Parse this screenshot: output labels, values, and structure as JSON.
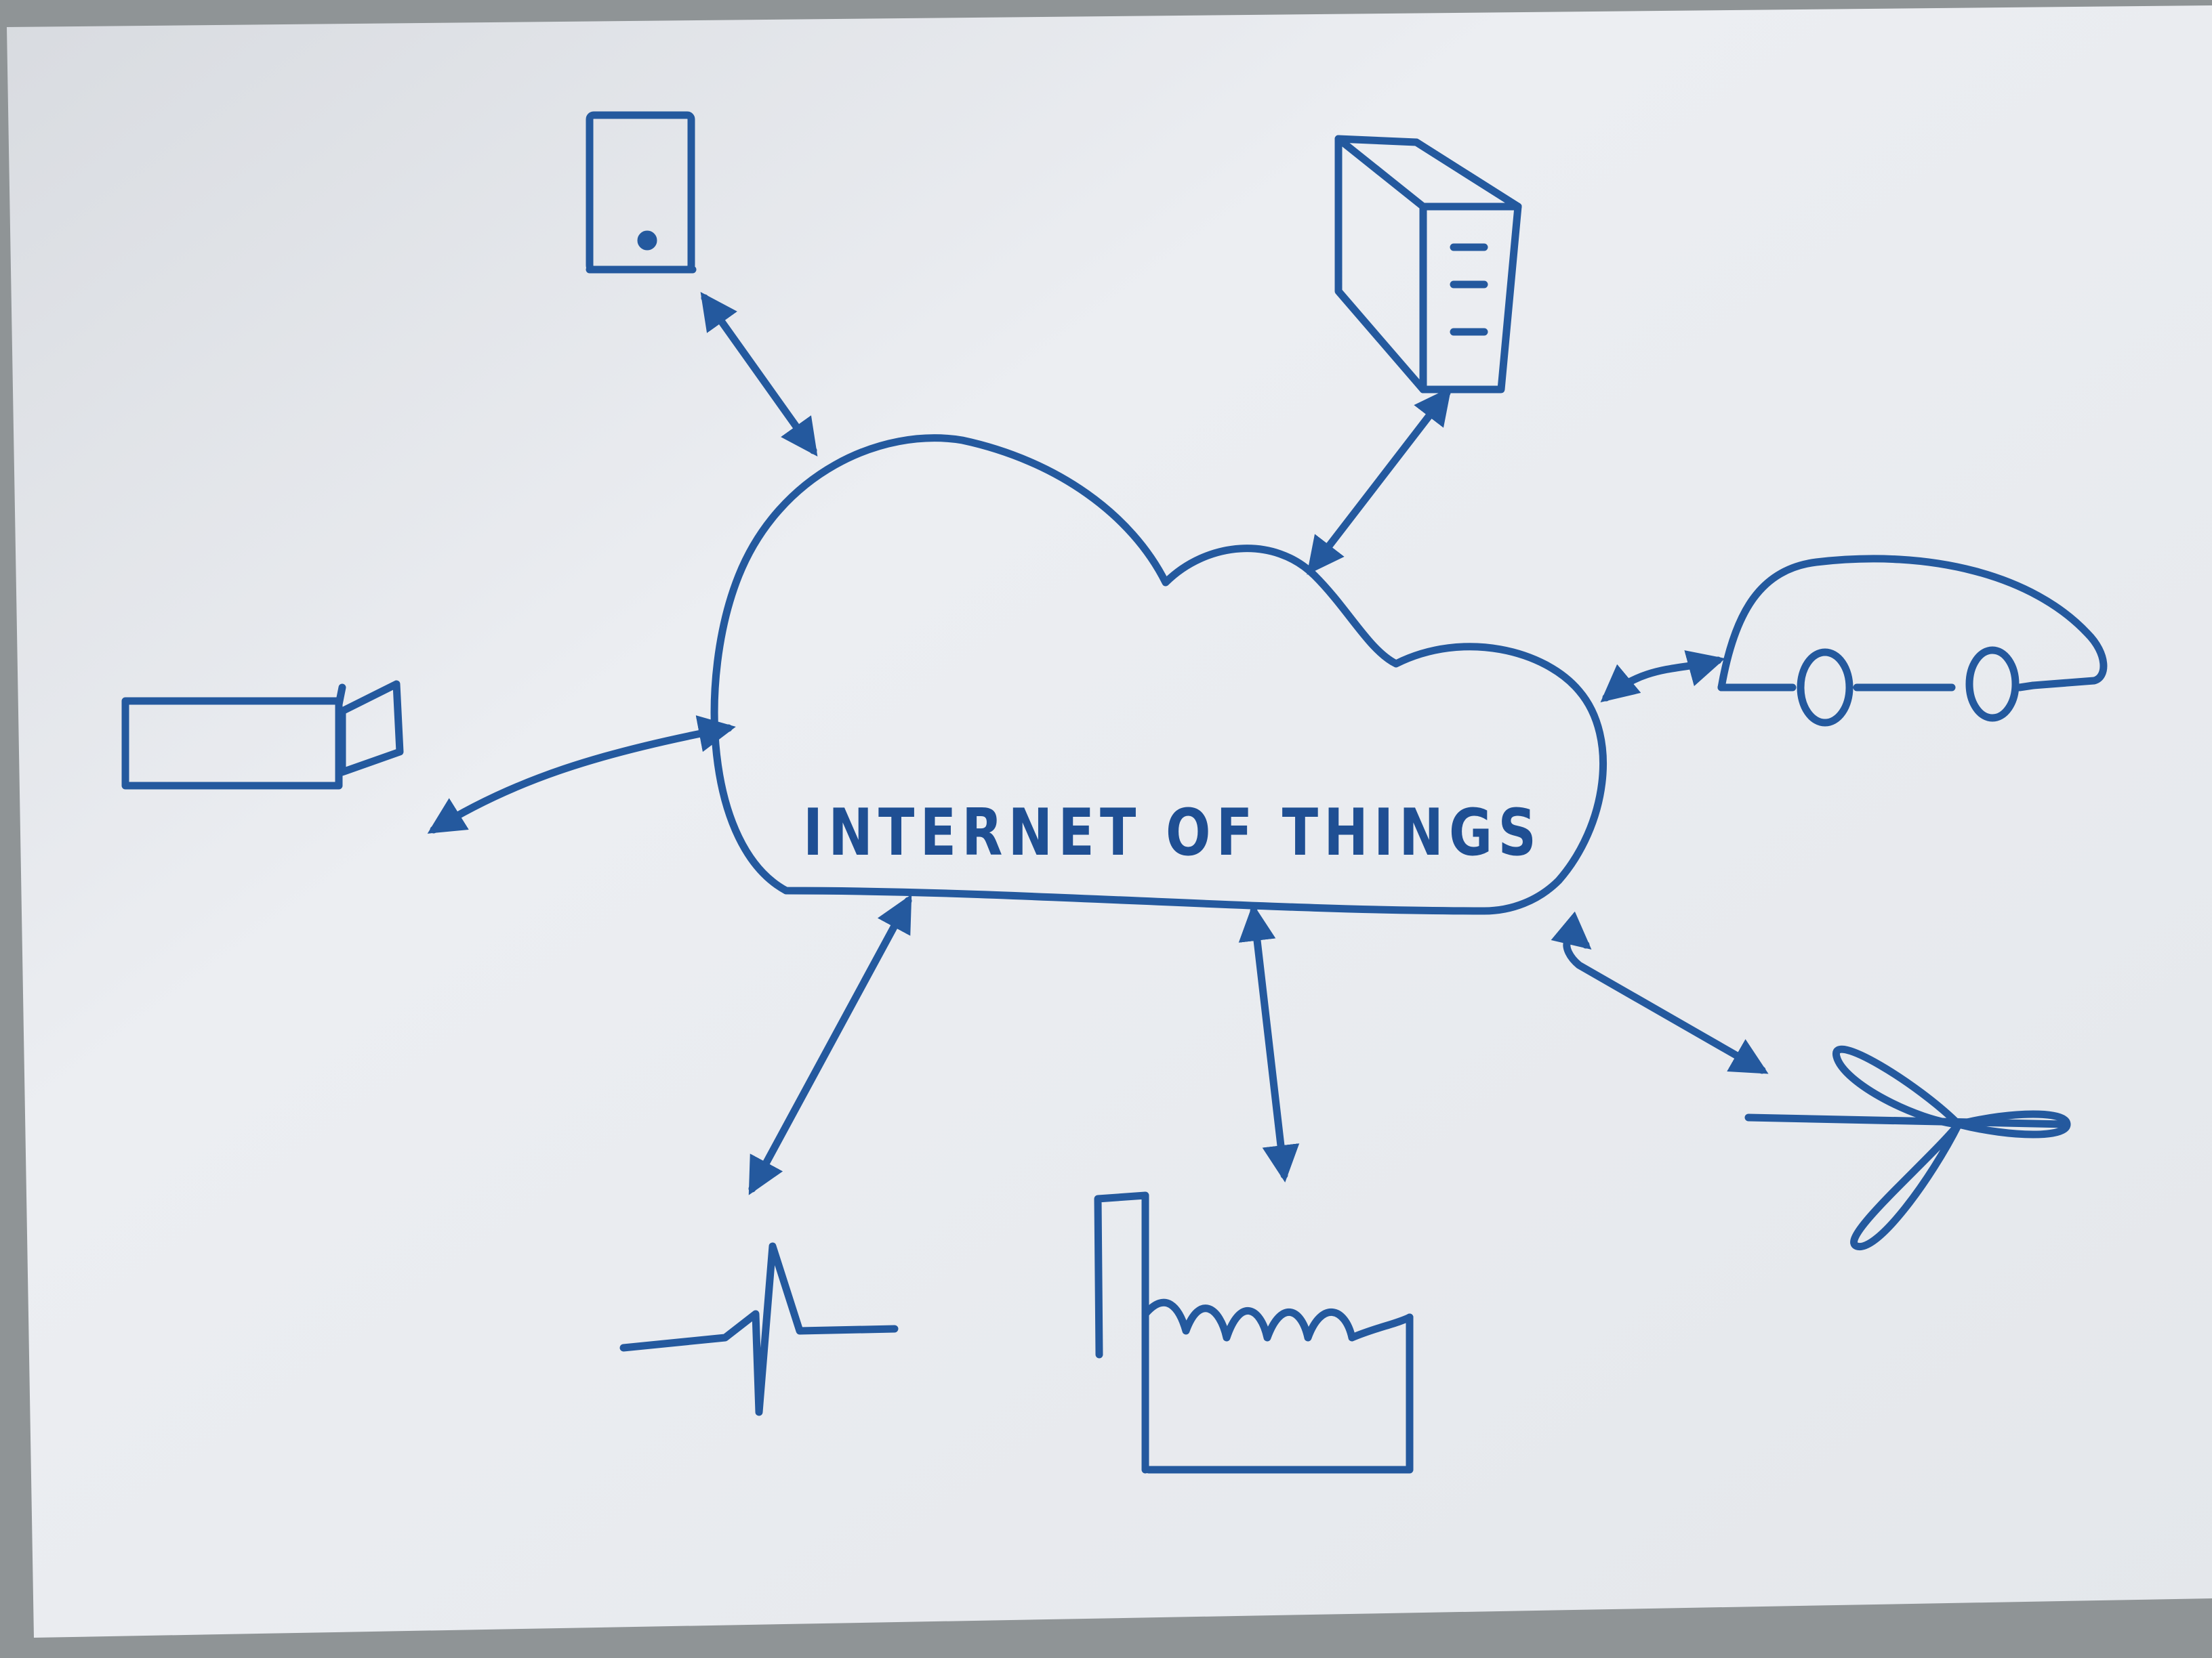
{
  "diagram": {
    "title": "INTERNET OF THINGS",
    "colors": {
      "ink": "#24599e",
      "paper": "#eceef2",
      "table_background": "#8f9496"
    },
    "nodes": [
      {
        "id": "mobile-phone",
        "icon": "mobile-phone-icon"
      },
      {
        "id": "server",
        "icon": "server-tower-icon"
      },
      {
        "id": "security-camera",
        "icon": "security-camera-icon"
      },
      {
        "id": "car",
        "icon": "car-icon"
      },
      {
        "id": "heartbeat-monitor",
        "icon": "heartbeat-icon"
      },
      {
        "id": "factory",
        "icon": "factory-icon"
      },
      {
        "id": "wind-turbine",
        "icon": "wind-turbine-icon"
      }
    ],
    "connections": [
      {
        "from": "internet-of-things-cloud",
        "to": "mobile-phone",
        "direction": "bidirectional"
      },
      {
        "from": "internet-of-things-cloud",
        "to": "server",
        "direction": "bidirectional"
      },
      {
        "from": "internet-of-things-cloud",
        "to": "security-camera",
        "direction": "bidirectional"
      },
      {
        "from": "internet-of-things-cloud",
        "to": "car",
        "direction": "bidirectional"
      },
      {
        "from": "internet-of-things-cloud",
        "to": "heartbeat-monitor",
        "direction": "bidirectional"
      },
      {
        "from": "internet-of-things-cloud",
        "to": "factory",
        "direction": "bidirectional"
      },
      {
        "from": "internet-of-things-cloud",
        "to": "wind-turbine",
        "direction": "bidirectional"
      }
    ]
  }
}
